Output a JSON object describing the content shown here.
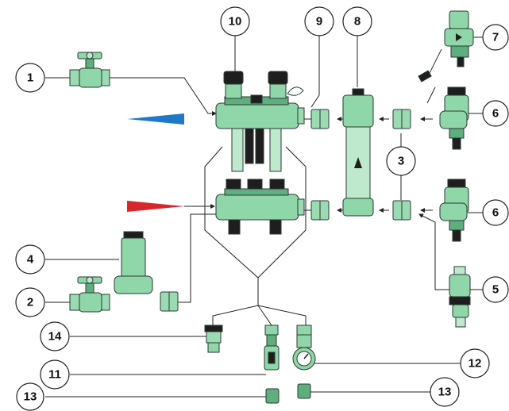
{
  "callouts": [
    {
      "id": "1",
      "label": "1"
    },
    {
      "id": "2",
      "label": "2"
    },
    {
      "id": "3",
      "label": "3"
    },
    {
      "id": "4",
      "label": "4"
    },
    {
      "id": "5",
      "label": "5"
    },
    {
      "id": "6a",
      "label": "6"
    },
    {
      "id": "6b",
      "label": "6"
    },
    {
      "id": "7",
      "label": "7"
    },
    {
      "id": "8",
      "label": "8"
    },
    {
      "id": "9",
      "label": "9"
    },
    {
      "id": "10",
      "label": "10"
    },
    {
      "id": "11",
      "label": "11"
    },
    {
      "id": "12",
      "label": "12"
    },
    {
      "id": "13a",
      "label": "13"
    },
    {
      "id": "13b",
      "label": "13"
    },
    {
      "id": "14",
      "label": "14"
    }
  ],
  "colors": {
    "supply_arrow": "#1f78c8",
    "return_arrow": "#d9262a",
    "part_green": "#8fd6a8",
    "part_dark": "#1e1e1e"
  }
}
